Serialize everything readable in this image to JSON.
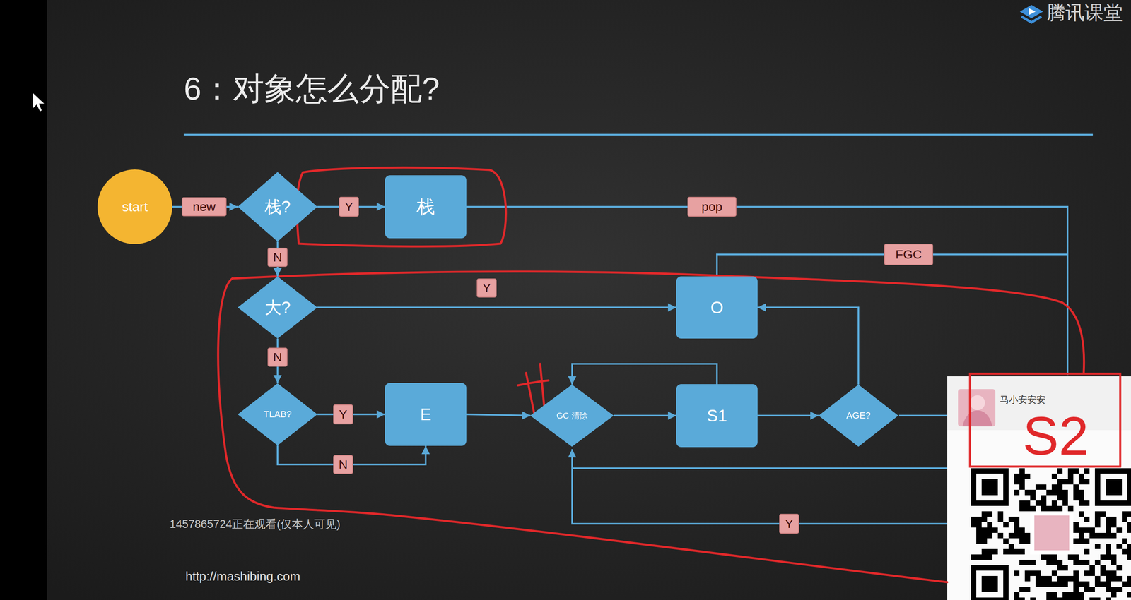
{
  "diagram": {
    "title": "6：对象怎么分配?",
    "nodes": [
      {
        "text": [
          "start"
        ]
      },
      {
        "text": [
          "栈?"
        ]
      },
      {
        "text": [
          "栈"
        ]
      },
      {
        "text": [
          "大?"
        ]
      },
      {
        "text": [
          "O"
        ]
      },
      {
        "text": [
          "TLAB?"
        ]
      },
      {
        "text": [
          "E"
        ]
      },
      {
        "text": [
          "GC 清除"
        ]
      },
      {
        "text": [
          "S1"
        ]
      },
      {
        "text": [
          "AGE?"
        ]
      }
    ],
    "edges": [
      {
        "from": 0,
        "to": 1,
        "arrow": "to",
        "label": "new"
      },
      {
        "from": 1,
        "to": 2,
        "arrow": "to",
        "label": "Y"
      },
      {
        "from": 1,
        "to": 3,
        "arrow": "to",
        "label": "N"
      },
      {
        "from": 3,
        "to": 4,
        "arrow": "to",
        "label": "Y"
      },
      {
        "from": 3,
        "to": 5,
        "arrow": "to",
        "label": "N"
      },
      {
        "from": 5,
        "to": 6,
        "arrow": "to",
        "label": "Y"
      },
      {
        "from": 5,
        "to": 6,
        "arrow": "to",
        "label": "N"
      },
      {
        "from": 6,
        "to": 7,
        "arrow": "to"
      },
      {
        "from": 7,
        "to": 8,
        "arrow": "to"
      },
      {
        "from": 8,
        "to": 9,
        "arrow": "to"
      },
      {
        "from": 9,
        "to": 4,
        "arrow": "to"
      },
      {
        "from": 8,
        "to": 7,
        "arrow": "to"
      }
    ],
    "labels": [
      "腾讯课堂",
      "pop",
      "FGC",
      "马小安安安",
      "S2",
      "Y",
      "1457865724正在观看(仅本人可见)",
      "http://mashibing.com"
    ]
  }
}
